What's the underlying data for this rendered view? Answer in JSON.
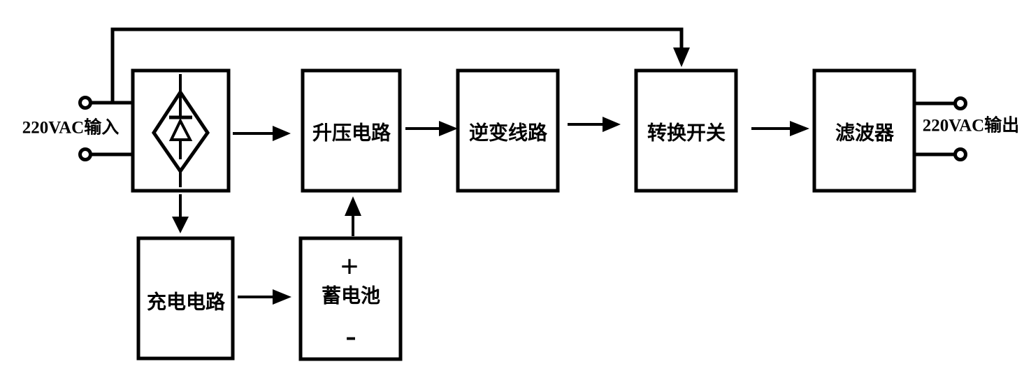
{
  "diagram": {
    "background_color": "#ffffff",
    "line_color": "#000000",
    "io": {
      "input_label": "220VAC输入",
      "output_label": "220VAC输出"
    },
    "blocks": {
      "rectifier": {
        "label": "",
        "icon": "bridge-rectifier-diode-icon"
      },
      "boost": {
        "label": "升压电路"
      },
      "inverter": {
        "label": "逆变线路"
      },
      "transfer_switch": {
        "label": "转换开关"
      },
      "filter": {
        "label": "滤波器"
      },
      "charger": {
        "label": "充电电路"
      },
      "battery": {
        "label": "蓄电池",
        "positive_terminal": "+",
        "negative_terminal": "-"
      }
    }
  }
}
